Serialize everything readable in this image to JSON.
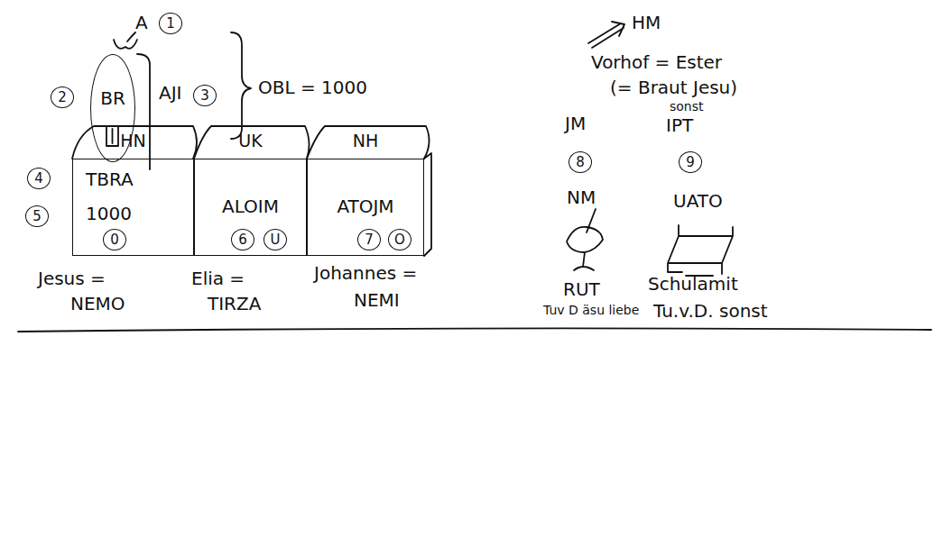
{
  "diagram": {
    "nodes": [
      {
        "text": [
          "BR"
        ]
      },
      {
        "text": [
          "HN",
          "TBRA",
          "1000"
        ]
      },
      {
        "text": [
          "UK",
          "ALOIM"
        ]
      },
      {
        "text": [
          "NH",
          "ATOJM"
        ]
      }
    ],
    "labels": [
      "A",
      "1",
      "2",
      "AJI",
      "3",
      "OBL = 1000",
      "4",
      "5",
      "0",
      "6",
      "U",
      "7",
      "O",
      "Jesus =",
      "NEMO",
      "Elia =",
      "TIRZA",
      "Johannes =",
      "NEMI",
      "HM",
      "Vorhof = Ester",
      "(= Braut Jesu)",
      "JM",
      "sonst",
      "IPT",
      "8",
      "9",
      "NM",
      "UATO",
      "RUT",
      "Tuv D äsu liebe",
      "Schulamit",
      "Tu.v.D. sonst"
    ]
  }
}
